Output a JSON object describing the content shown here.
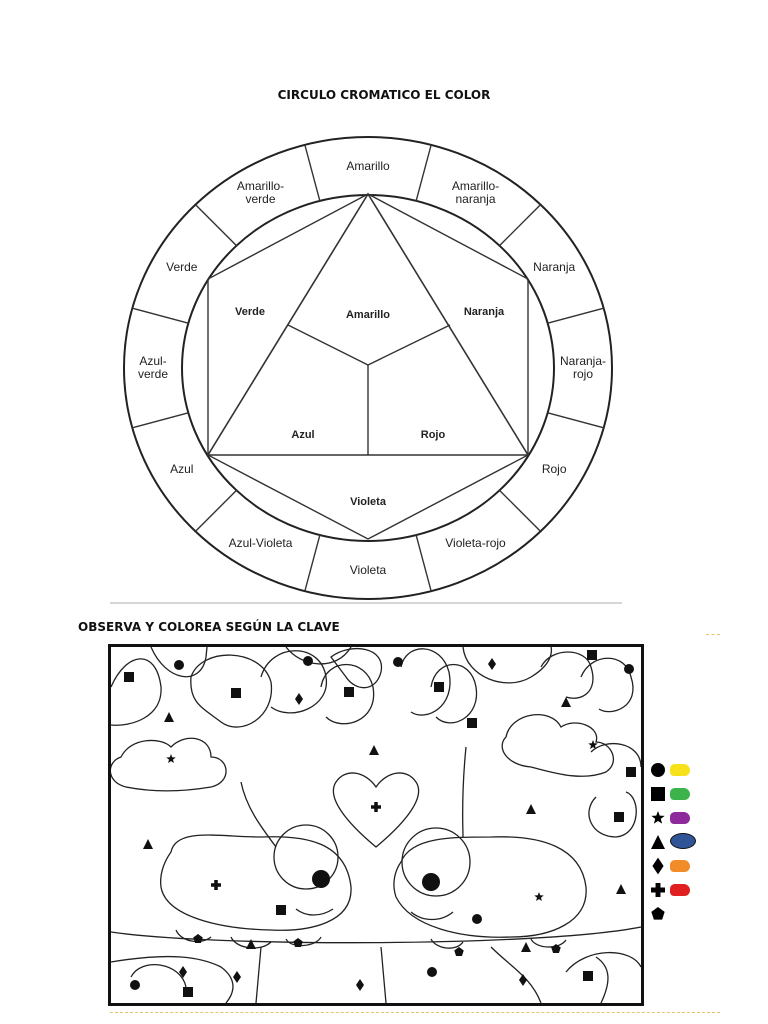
{
  "page": {
    "title": "CIRCULO CROMATICO EL COLOR",
    "subtitle": "OBSERVA Y COLOREA SEGÚN LA CLAVE"
  },
  "wheel": {
    "outer_ring": [
      "Amarillo",
      "Amarillo-naranja",
      "Naranja",
      "Naranja-rojo",
      "Rojo",
      "Violeta-rojo",
      "Violeta",
      "Azul-Violeta",
      "Azul",
      "Azul-verde",
      "Verde",
      "Amarillo-verde"
    ],
    "inner": {
      "primary_yellow": "Amarillo",
      "primary_blue": "Azul",
      "primary_red": "Rojo",
      "secondary_green": "Verde",
      "secondary_orange": "Naranja",
      "secondary_violet": "Violeta"
    }
  },
  "legend": [
    {
      "shape": "circle-icon",
      "color": "#f7e11a"
    },
    {
      "shape": "square-icon",
      "color": "#3cb44b"
    },
    {
      "shape": "star-icon",
      "color": "#8e2a9c"
    },
    {
      "shape": "triangle-icon",
      "color": "#2f5597"
    },
    {
      "shape": "diamond-icon",
      "color": "#f28c28"
    },
    {
      "shape": "cross-icon",
      "color": "#e02020"
    },
    {
      "shape": "pentagon-icon",
      "color": ""
    }
  ]
}
